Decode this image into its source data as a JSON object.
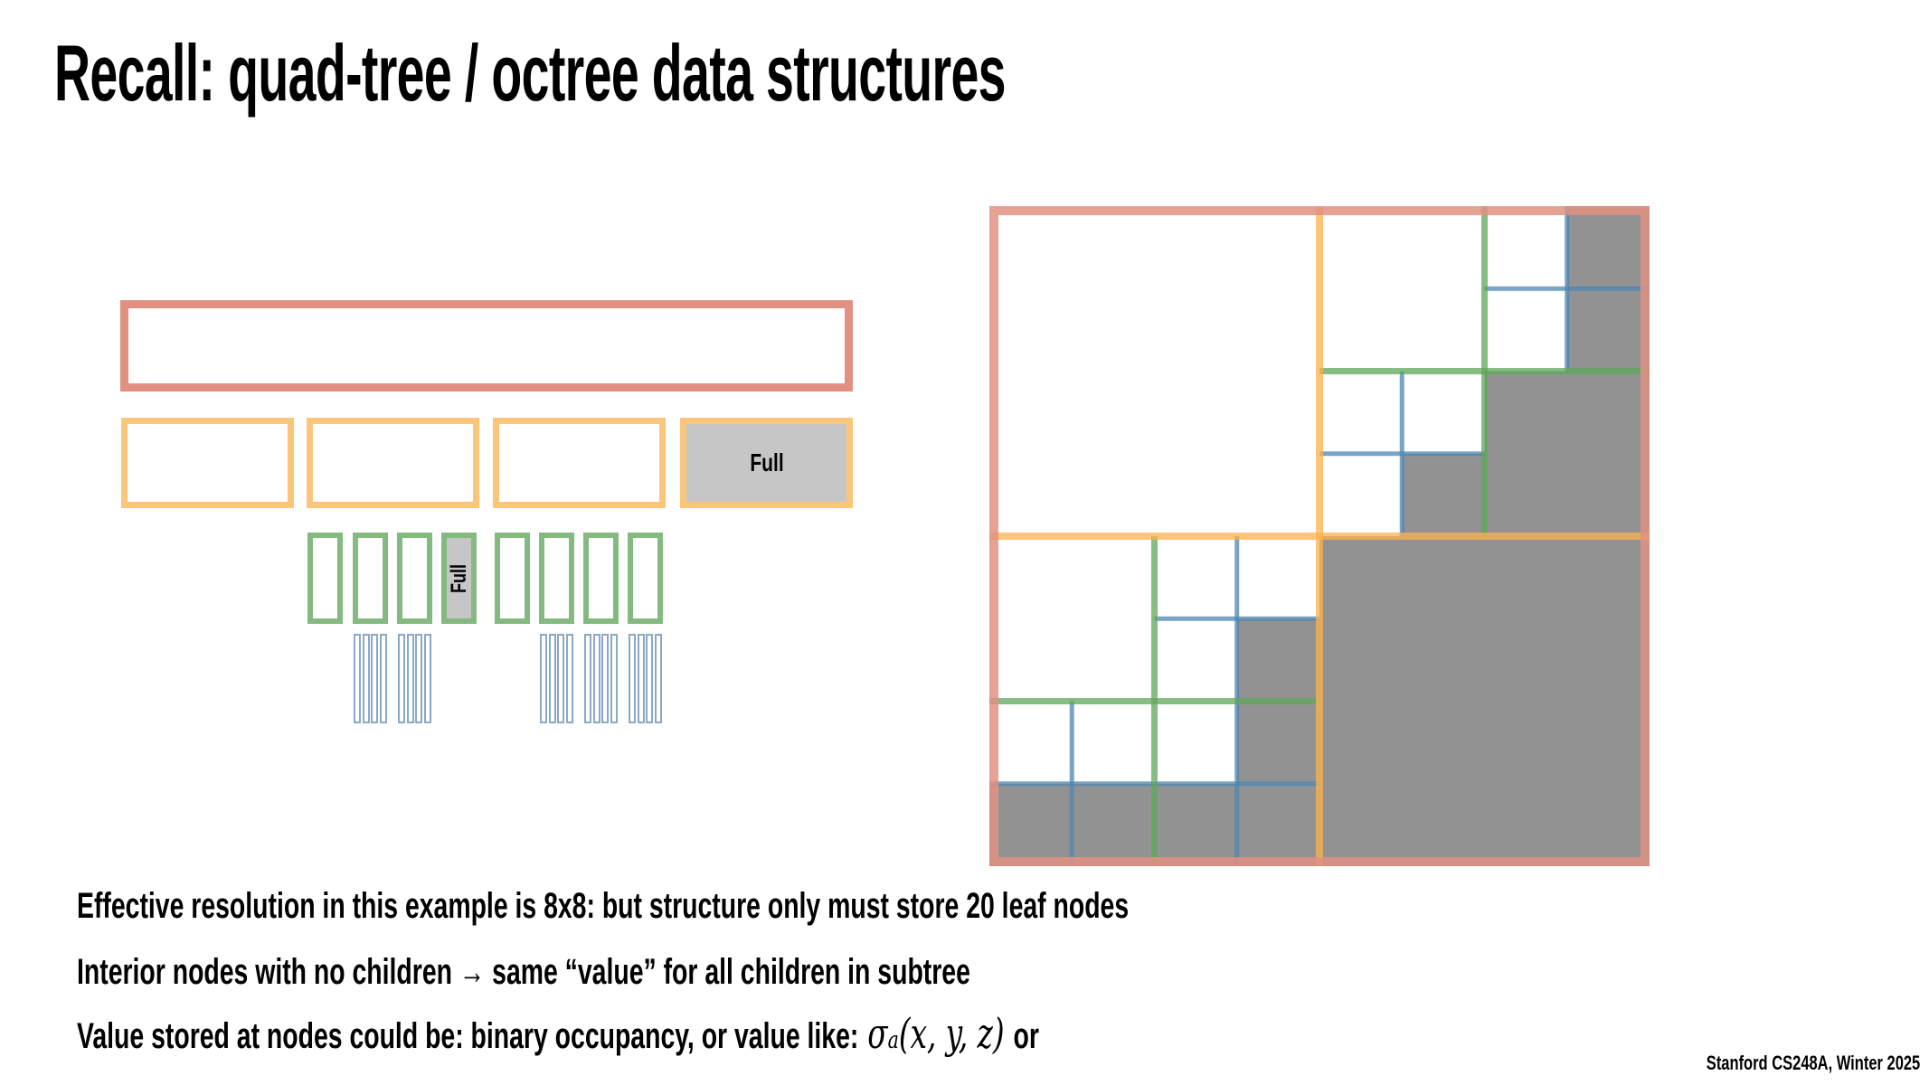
{
  "title": "Recall: quad-tree / octree data structures",
  "tree": {
    "full_label": "Full",
    "orange_nodes": [
      false,
      false,
      false,
      true
    ],
    "green_nodes": [
      false,
      false,
      false,
      true,
      false,
      false,
      false,
      false
    ],
    "blue_groups_under_green": [
      1,
      2,
      5,
      6,
      7
    ]
  },
  "grid": {
    "resolution": 8,
    "full_cells": [
      [
        0,
        7
      ],
      [
        1,
        7
      ],
      [
        2,
        7
      ],
      [
        3,
        7
      ],
      [
        3,
        6
      ],
      [
        3,
        5
      ],
      [
        5,
        3
      ],
      [
        7,
        0
      ],
      [
        7,
        1
      ]
    ],
    "full_blocks": [
      [
        4,
        4,
        4
      ],
      [
        6,
        2,
        2
      ]
    ]
  },
  "bullets": [
    "Effective resolution in this example is 8x8:  but structure only must store 20 leaf nodes",
    "Interior nodes with no children → same “value” for all children in subtree",
    "Value stored at nodes could be: binary occupancy, or value like:"
  ],
  "math": "σₐ(x, y, z)",
  "bullet3_tail": "or",
  "footer": "Stanford CS248A, Winter 2025",
  "colors": {
    "red": "#e29082",
    "orange": "#fcc67a",
    "green": "#84ba80",
    "blue": "#8ba9c6",
    "gray": "#929292"
  }
}
